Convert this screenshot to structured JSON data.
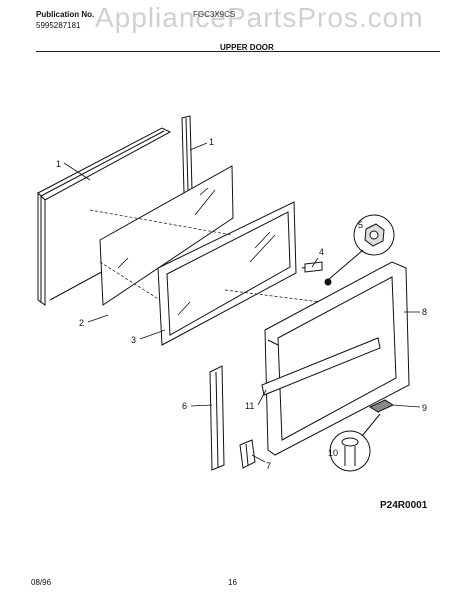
{
  "header": {
    "publication_label": "Publication No.",
    "publication_number": "5995287181",
    "model": "FGC3X9CS",
    "section_title": "UPPER DOOR",
    "watermark": "AppliancePartsPros.com"
  },
  "diagram": {
    "callouts": [
      "1",
      "1",
      "2",
      "3",
      "4",
      "5",
      "6",
      "7",
      "8",
      "9",
      "10",
      "11"
    ],
    "code": "P24R0001"
  },
  "footer": {
    "date": "08/96",
    "page": "16"
  }
}
